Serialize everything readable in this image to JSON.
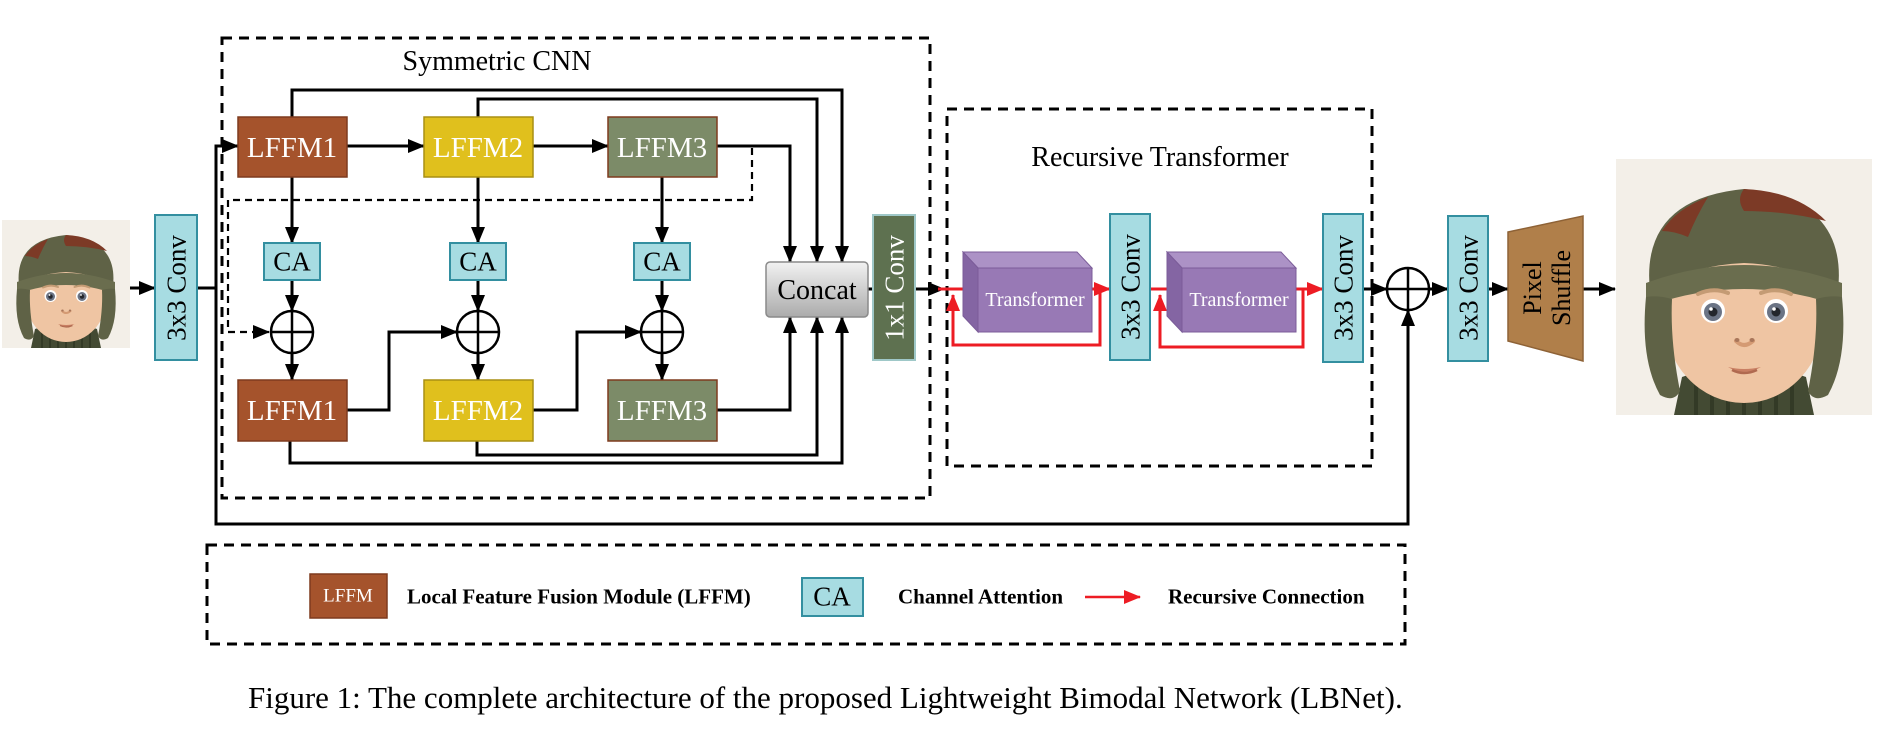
{
  "pipeline": {
    "conv3x3": "3x3 Conv",
    "conv1x1": "1x1 Conv",
    "concat": "Concat",
    "transformer": "Transformer",
    "pixel_line1": "Pixel",
    "pixel_line2": "Shuffle",
    "ca": "CA",
    "lffm1": "LFFM1",
    "lffm2": "LFFM2",
    "lffm3": "LFFM3"
  },
  "sections": {
    "symmetric_cnn": "Symmetric CNN",
    "recursive_transformer": "Recursive Transformer"
  },
  "legend": {
    "lffm_chip": "LFFM",
    "lffm_label": "Local Feature Fusion Module (LFFM)",
    "ca_chip": "CA",
    "ca_label": "Channel Attention",
    "recursive_label": "Recursive Connection"
  },
  "caption": "Figure 1: The complete architecture of the proposed Lightweight Bimodal Network (LBNet).",
  "colors": {
    "lffm_brown": "#A5532C",
    "lffm_yellow": "#E0C01D",
    "lffm_green": "#7C8B68",
    "conv_cyan": "#A7DCE2",
    "conv_dark_green": "#5E7150",
    "transformer_purple": "#9879B5",
    "pixel_shuffle_tan": "#B07F4A",
    "recursive_red": "#ED1C24",
    "concat_gray_top": "#F2F2F2",
    "concat_gray_bottom": "#ABABAB"
  }
}
